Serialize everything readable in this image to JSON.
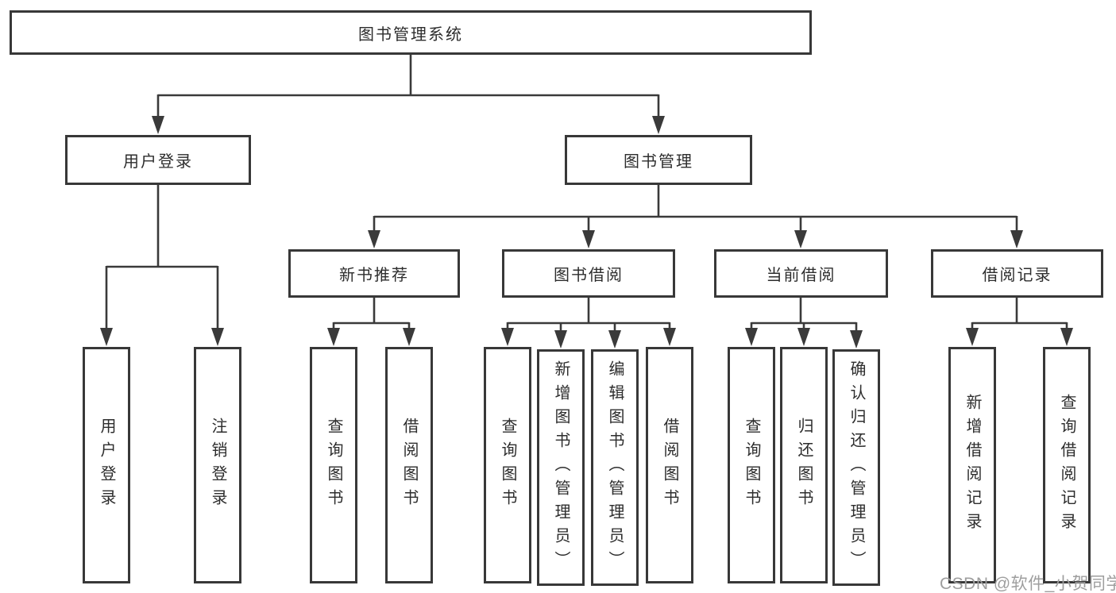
{
  "diagram": {
    "title": "图书管理系统",
    "branches": [
      {
        "label": "用户登录",
        "children": [
          {
            "label": "用户登录"
          },
          {
            "label": "注销登录"
          }
        ]
      },
      {
        "label": "图书管理",
        "children": [
          {
            "label": "新书推荐",
            "children": [
              {
                "label": "查询图书"
              },
              {
                "label": "借阅图书"
              }
            ]
          },
          {
            "label": "图书借阅",
            "children": [
              {
                "label": "查询图书"
              },
              {
                "label": "新增图书（管理员）"
              },
              {
                "label": "编辑图书（管理员）"
              },
              {
                "label": "借阅图书"
              }
            ]
          },
          {
            "label": "当前借阅",
            "children": [
              {
                "label": "查询图书"
              },
              {
                "label": "归还图书"
              },
              {
                "label": "确认归还（管理员）"
              }
            ]
          },
          {
            "label": "借阅记录",
            "children": [
              {
                "label": "新增借阅记录"
              },
              {
                "label": "查询借阅记录"
              }
            ]
          }
        ]
      }
    ]
  },
  "watermark": "CSDN @软件_小贺同学",
  "colors": {
    "line": "#3a3a3a",
    "border": "#383838",
    "text": "#2d2d2d",
    "watermark": "#9e9e9e",
    "background": "#ffffff"
  }
}
